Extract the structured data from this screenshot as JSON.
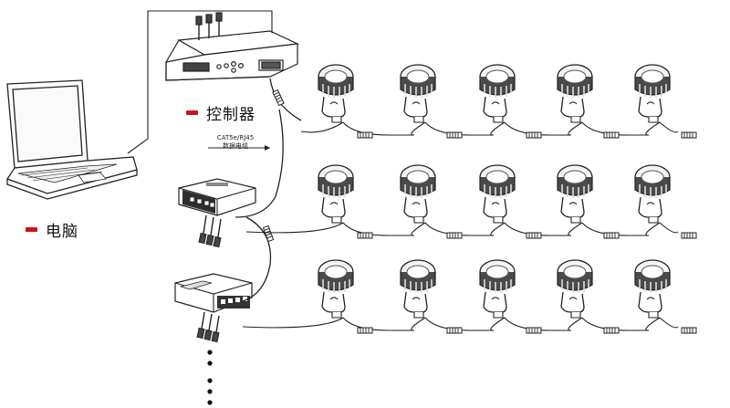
{
  "labels": {
    "controller": "控制器",
    "computer": "电脑",
    "cable_line1": "CAT5e/RJ45",
    "cable_line2": "数据电缆"
  },
  "colors": {
    "accent_dash": "#c8141c",
    "line": "#222222",
    "fixture_body": "#3a3a3a"
  },
  "icons": {
    "computer": "laptop-icon",
    "controller": "controller-icon",
    "decoder": "decoder-box-icon",
    "light": "spotlight-icon"
  }
}
